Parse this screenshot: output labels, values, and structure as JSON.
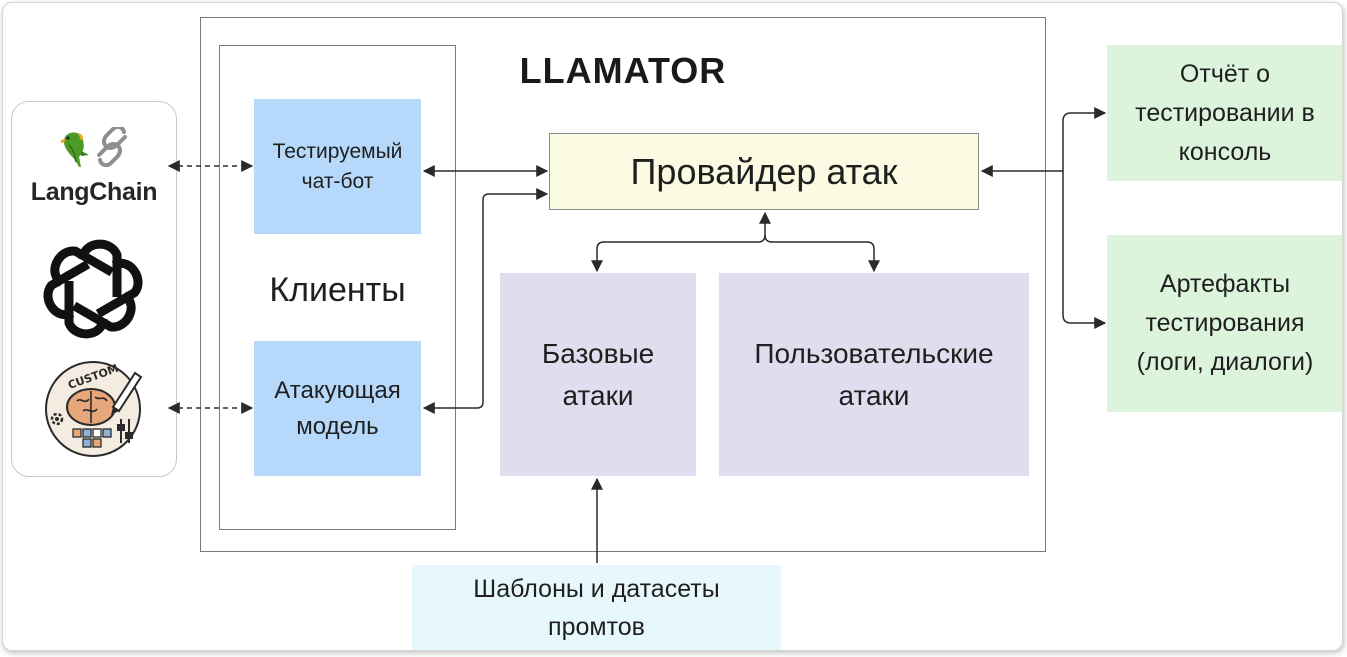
{
  "diagram": {
    "title": "LLAMATOR",
    "clients": {
      "label": "Клиенты",
      "tested_chatbot": [
        "Тестируемый",
        "чат-бот"
      ],
      "attack_model": [
        "Атакующая",
        "модель"
      ]
    },
    "attack_provider": "Провайдер атак",
    "base_attacks": [
      "Базовые",
      "атаки"
    ],
    "custom_attacks": [
      "Пользовательские",
      "атаки"
    ],
    "templates": [
      "Шаблоны и датасеты",
      "промтов"
    ],
    "console_report": [
      "Отчёт о",
      "тестировании в",
      "консоль"
    ],
    "artifacts": [
      "Артефакты",
      "тестирования",
      "(логи, диалоги)"
    ],
    "logos": {
      "langchain": "LangChain",
      "langchain_icons": [
        "parrot-icon",
        "chain-link-icon"
      ],
      "openai_icon": "openai-icon",
      "custom_icon": "custom-model-icon",
      "custom_icon_text": "CUSTOM"
    }
  },
  "colors": {
    "blue_box": "#b6d9fb",
    "yellow_box": "#fbfbe3",
    "purple_box": "#e2dcef",
    "green_box": "#dcf4dc",
    "cyan_box": "#e7f8fc",
    "frame": "#7a7a7a"
  }
}
